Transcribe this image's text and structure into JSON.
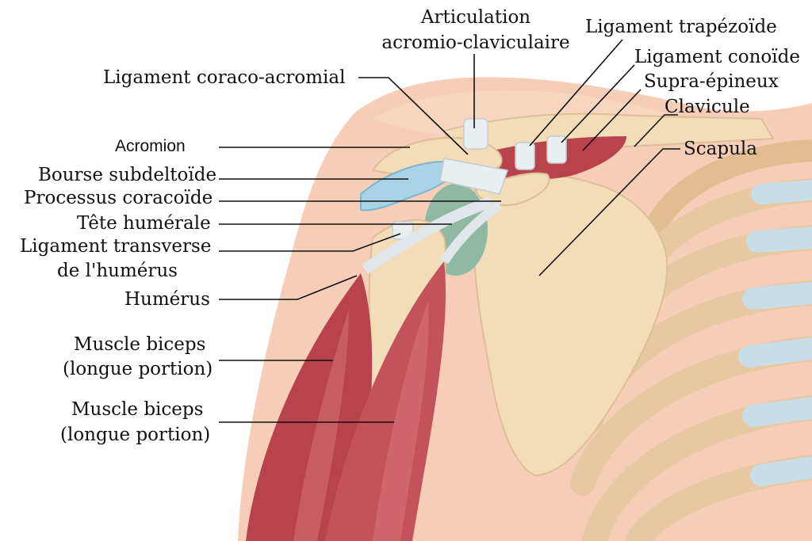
{
  "diagram": {
    "labels": {
      "articulation": [
        "Articulation",
        "acromio-claviculaire"
      ],
      "lig_trapezoide": "Ligament trapézoïde",
      "lig_conoide": "Ligament conoïde",
      "supra_epineux": "Supra-épineux",
      "clavicule": "Clavicule",
      "scapula": "Scapula",
      "lig_coraco_acromial": "Ligament coraco-acromial",
      "acromion": "Acromion",
      "bourse": "Bourse subdeltoïde",
      "processus": "Processus coracoïde",
      "tete": "Tête humérale",
      "lig_transverse": [
        "Ligament transverse",
        "de l'humérus"
      ],
      "humerus": "Humérus",
      "biceps_1": [
        "Muscle biceps",
        "(longue portion)"
      ],
      "biceps_2": [
        "Muscle biceps",
        "(longue portion)"
      ]
    },
    "colors": {
      "skin": "#f6cdb6",
      "skin_dark": "#eab497",
      "bone": "#f3dcb8",
      "bone_shade": "#e0c49a",
      "cartilage": "#c9dde6",
      "muscle": "#b8434c",
      "muscle_light": "#d9737a",
      "bursa": "#a9d3e6",
      "head": "#8fb9a3",
      "ligament": "#e9eef0",
      "rib": "#e8c8a2",
      "leader": "#111111"
    }
  }
}
